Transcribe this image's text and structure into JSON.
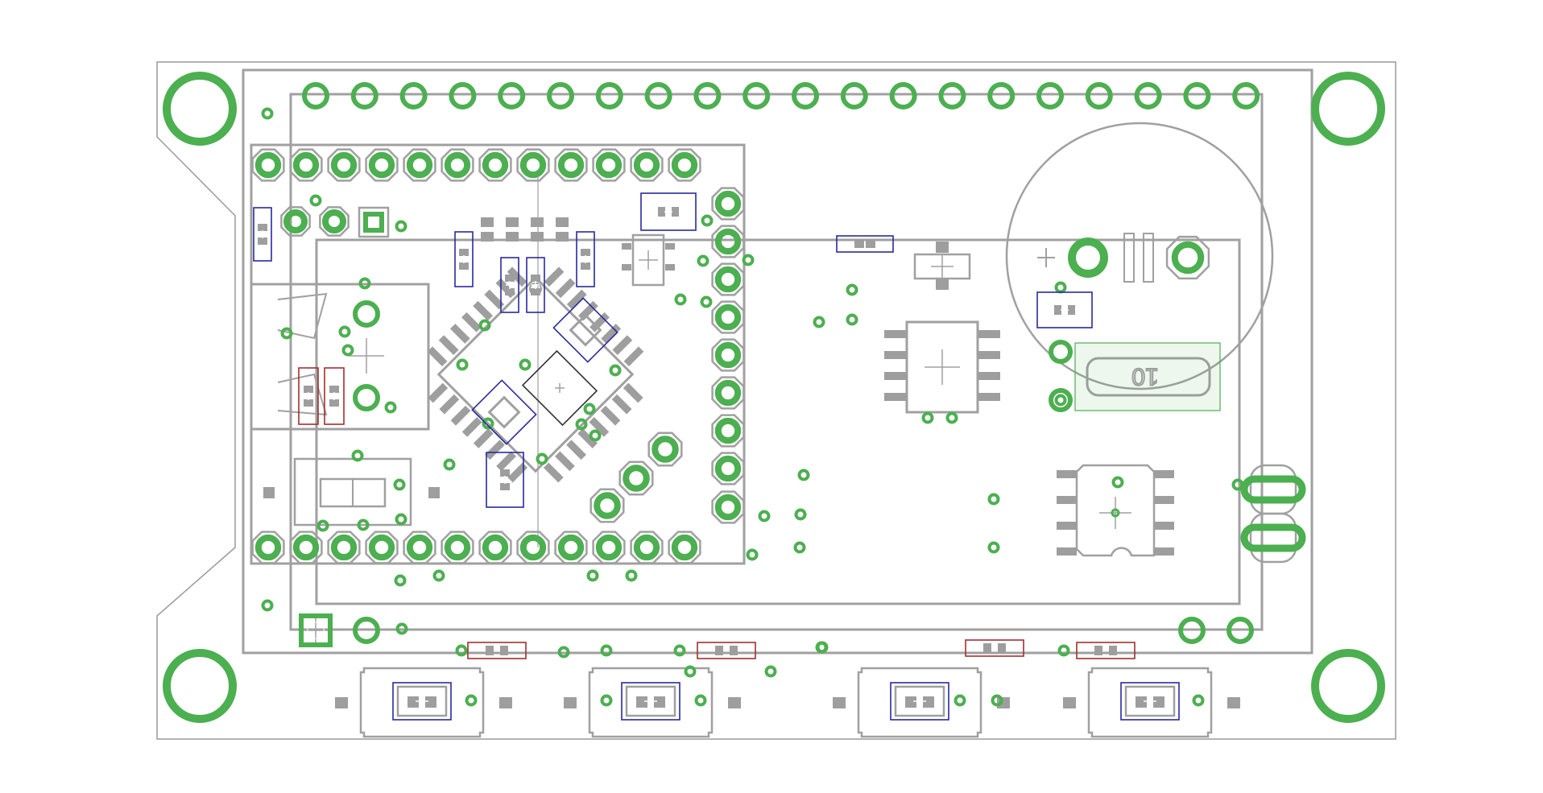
{
  "view": "pcb-layout",
  "colors": {
    "silkscreen": "#a0a0a0",
    "copper": "#4caf50",
    "mask_pad": "#9e9e9e",
    "part_outline_blue": "#2a2a9c",
    "part_outline_red": "#a03030",
    "chip_outline": "#303030",
    "background": "#ffffff"
  },
  "labels": {
    "resistor_value": "10"
  },
  "layers": [
    "board-outline",
    "silkscreen",
    "pads",
    "vias",
    "part-outlines"
  ],
  "components": [
    "mounting-hole-top-left",
    "mounting-hole-top-right",
    "mounting-hole-bottom-left",
    "mounting-hole-bottom-right",
    "top-pin-header-20",
    "arduino-nano-module",
    "nano-header-left-12",
    "nano-header-right-12",
    "nano-header-bottom-12",
    "atmega-qfp32",
    "usb-connector",
    "crystal",
    "three-pin-header",
    "two-pin-header",
    "electrolytic-capacitor",
    "axial-resistor",
    "soic8-ic-left",
    "soic8-ic-right",
    "sot23-regulator",
    "tactile-switch-1",
    "tactile-switch-2",
    "tactile-switch-3",
    "tactile-switch-4",
    "power-slot-pads",
    "smd-resistors",
    "smd-capacitors"
  ]
}
